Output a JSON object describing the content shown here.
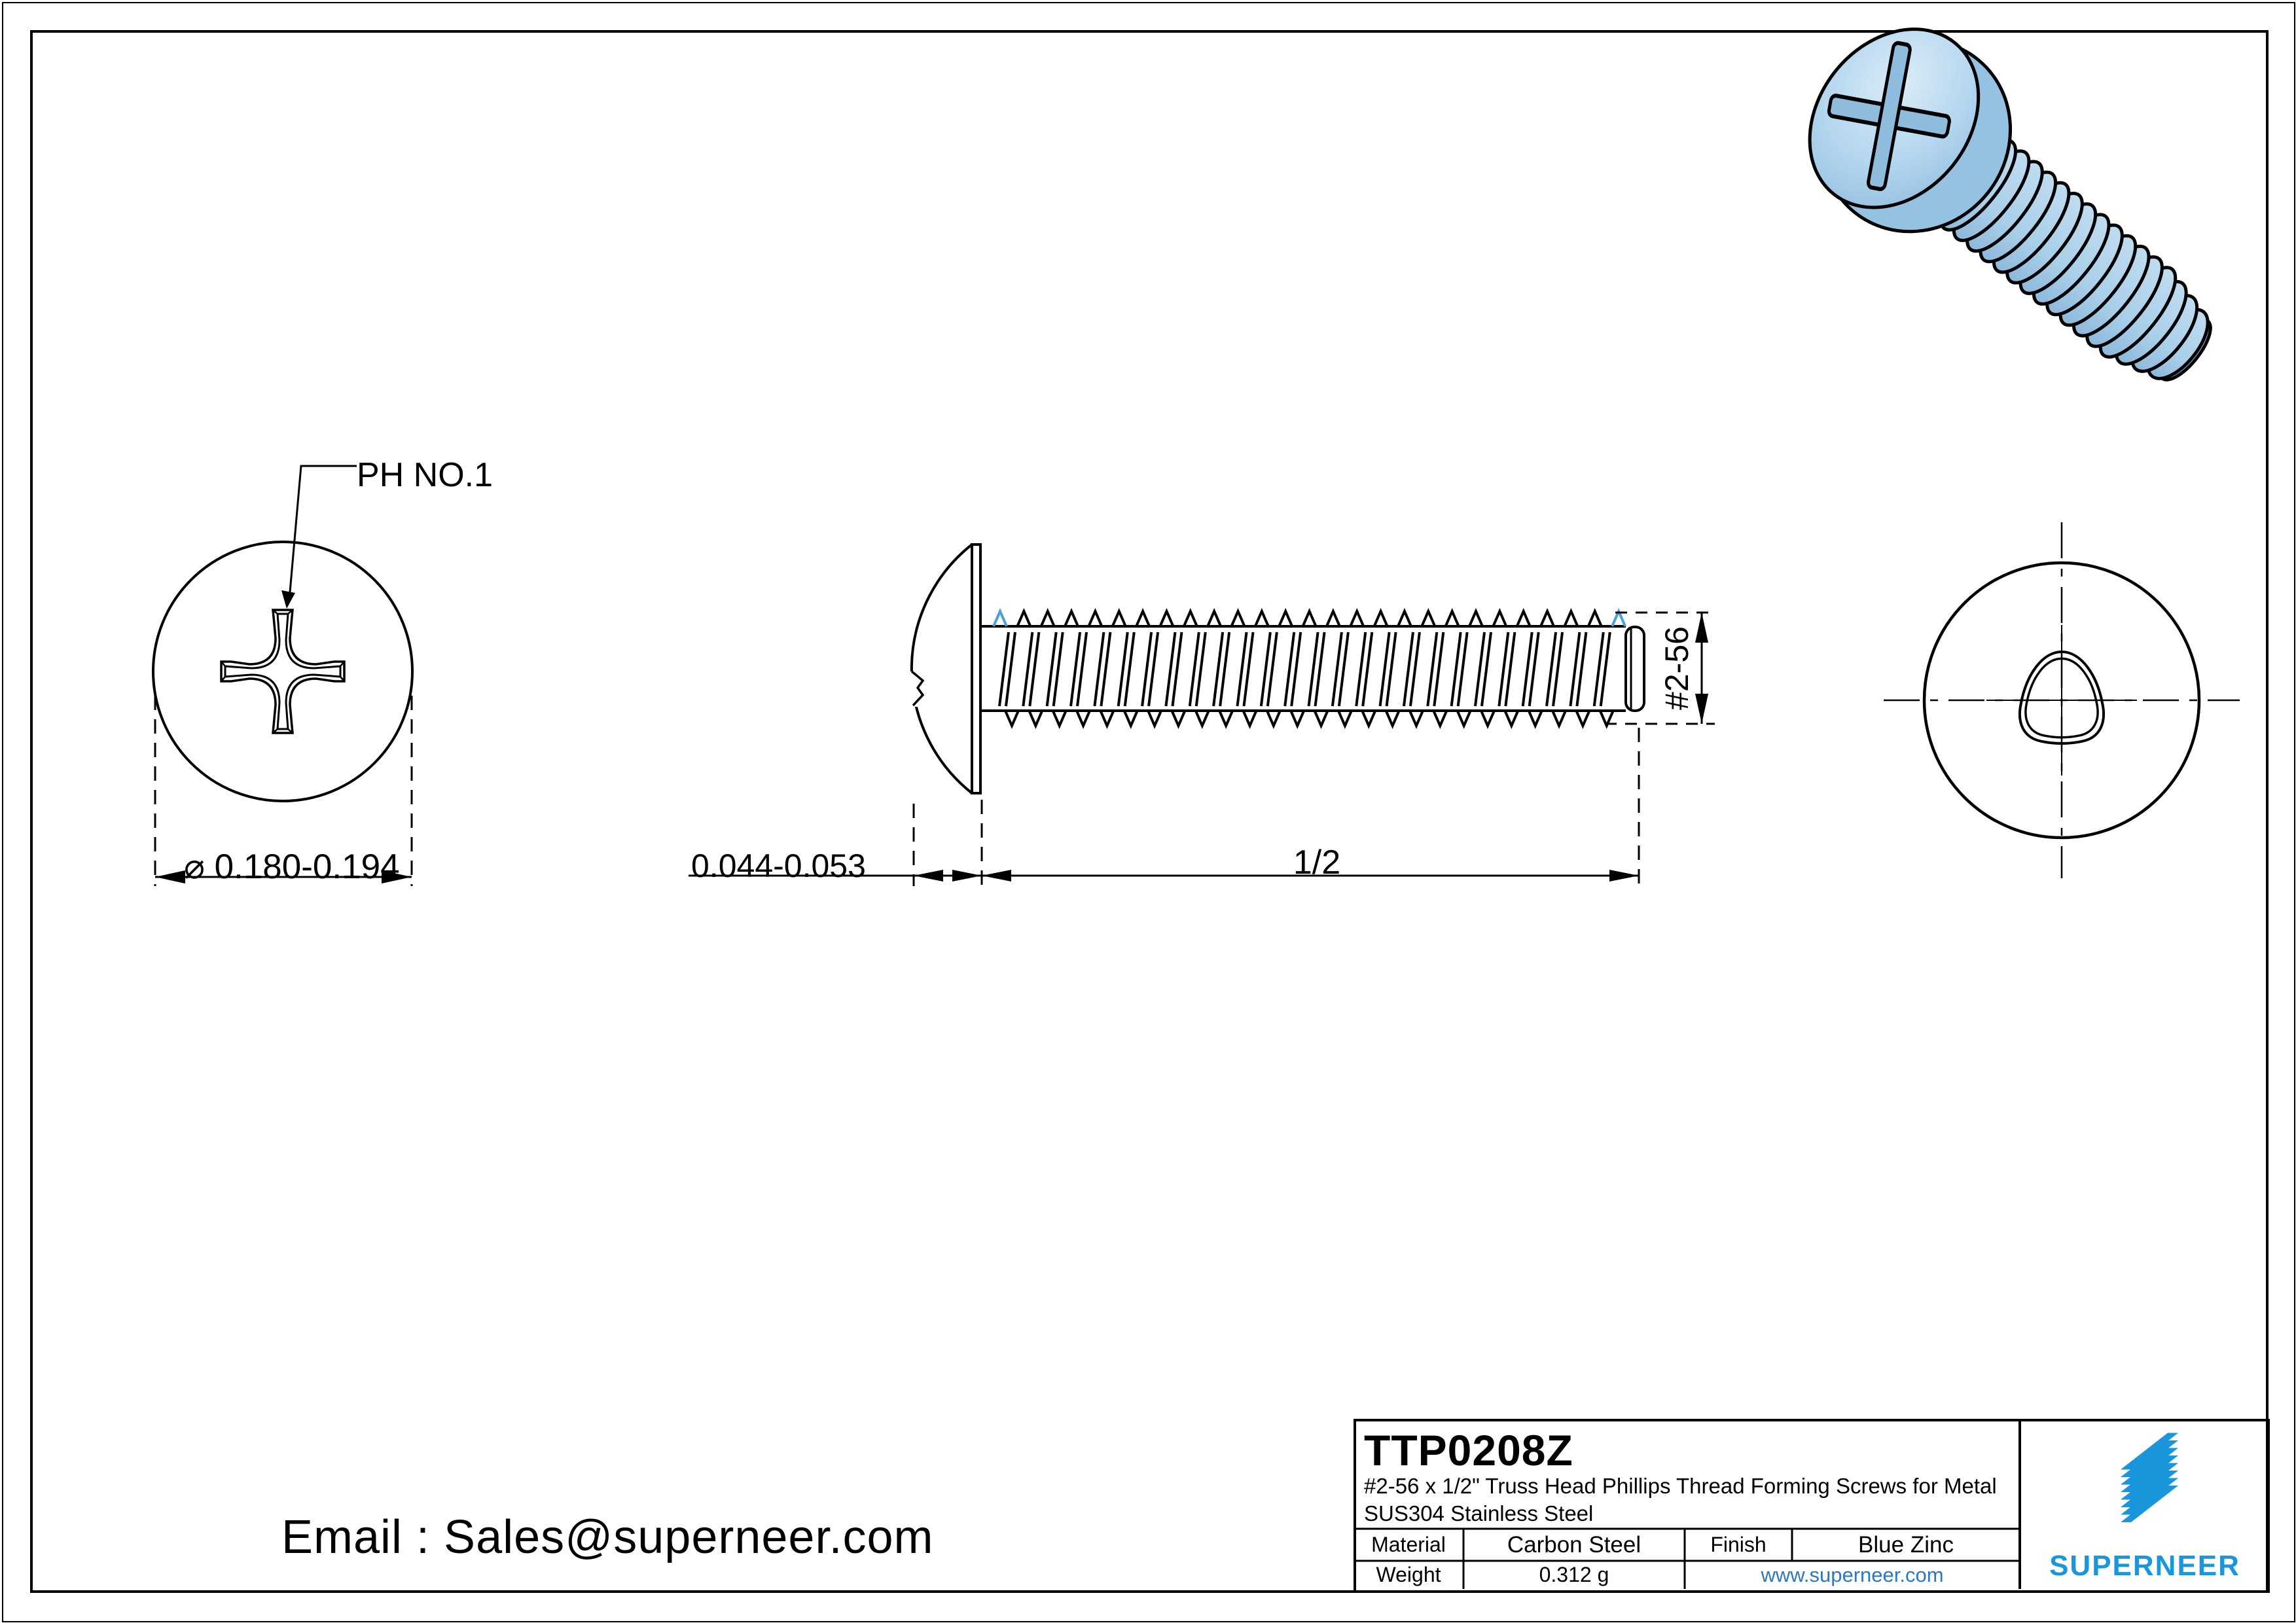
{
  "drawing": {
    "part_number": "TTP0208Z",
    "description_line1": "#2-56 x 1/2\" Truss Head Phillips Thread Forming Screws for Metal",
    "description_line2": "SUS304 Stainless Steel",
    "table": {
      "material_label": "Material",
      "material_value": "Carbon Steel",
      "finish_label": "Finish",
      "finish_value": "Blue Zinc",
      "weight_label": "Weight",
      "weight_value": "0.312 g",
      "website": "www.superneer.com"
    },
    "brand": {
      "name": "SUPERNEER"
    },
    "email": "Email : Sales@superneer.com",
    "labels": {
      "recess": "PH NO.1",
      "head_diameter": "⌀ 0.180-0.194",
      "head_height": "0.044-0.053",
      "length": "1/2",
      "thread": "#2-56"
    },
    "colors": {
      "accent_blue": "#1a96dc",
      "link_blue": "#2c77c5",
      "screw_body_blue": "#aed3ec",
      "screw_shade_blue": "#93bedf",
      "screw_dark_blue": "#8fbcdd",
      "thread_mark_blue": "#4aa0d8",
      "line_black": "#000000"
    }
  }
}
